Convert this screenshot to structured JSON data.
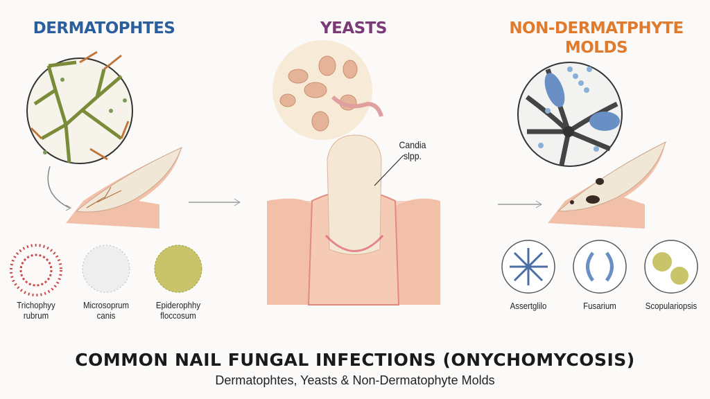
{
  "headings": {
    "dermatophytes": "DERMATOPHTES",
    "yeasts": "YEASTS",
    "molds_line1": "NON-DERMATPHYTE",
    "molds_line2": "MOLDS"
  },
  "colors": {
    "dermatophytes": "#2a5e9c",
    "yeasts": "#7a3a78",
    "molds": "#e07a2c"
  },
  "callout": {
    "line1": "Candia",
    "line2": "slpp."
  },
  "dermatophyte_species": [
    {
      "line1": "Trichophyy rubrum",
      "line2": ""
    },
    {
      "line1": "Microsoprum",
      "line2": "canis"
    },
    {
      "line1": "Epiderophhy",
      "line2": "floccosum"
    }
  ],
  "mold_species": [
    "Assertglilo",
    "Fusarium",
    "Scopulariopsis"
  ],
  "title": "COMMON NAIL FUNGAL INFECTIONS (ONYCHOMYCOSIS)",
  "subtitle": "Dermatophtes, Yeasts & Non-Dermatophyte Molds"
}
